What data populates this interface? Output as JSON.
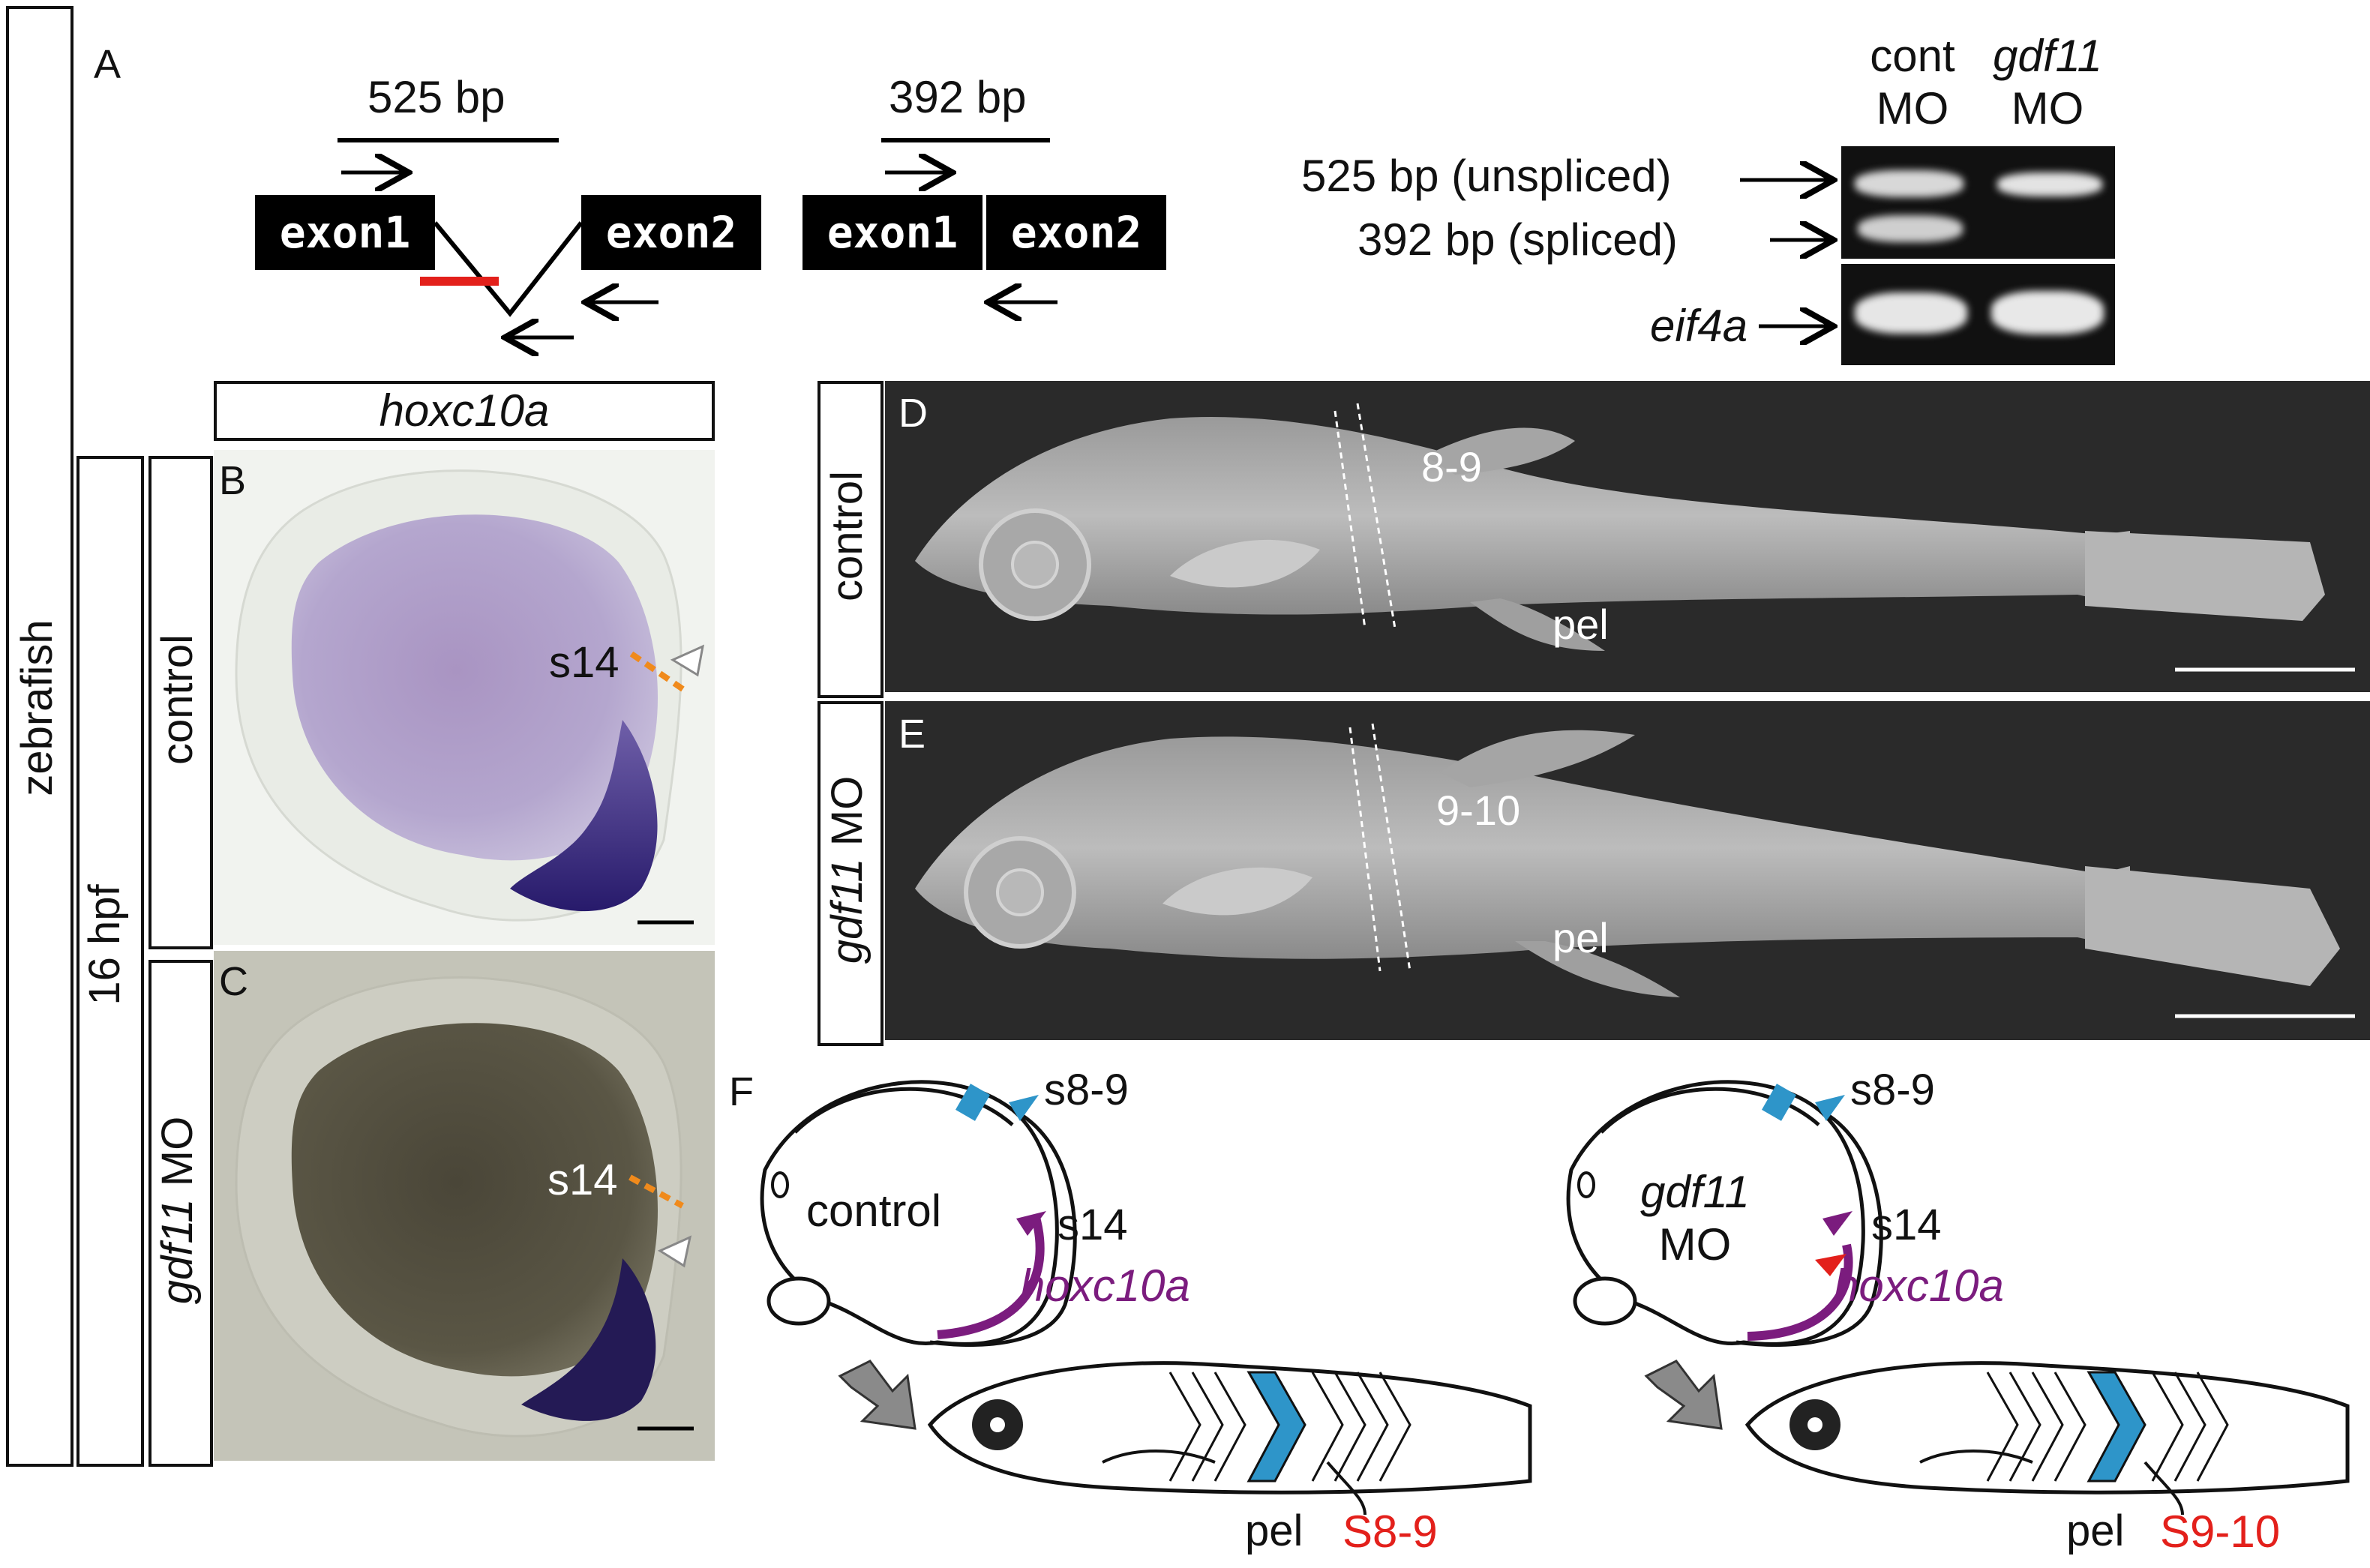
{
  "side_labels": {
    "species": "zebrafish",
    "stage": "16 hpf",
    "row_control": "control",
    "row_mo_gene": "gdf11",
    "row_mo_suffix": " MO",
    "d_condition": "control",
    "e_gene": "gdf11",
    "e_suffix": " MO"
  },
  "panel_a": {
    "letter": "A",
    "left_size": "525 bp",
    "right_size": "392 bp",
    "exon1": "exon1",
    "exon2": "exon2",
    "gel_header_cont_1": "cont",
    "gel_header_cont_2": "MO",
    "gel_header_gdf_1": "gdf11",
    "gel_header_gdf_2": "MO",
    "band_unspliced": "525 bp (unspliced)",
    "band_spliced": "392 bp (spliced)",
    "band_control": "eif4a"
  },
  "hox_header": "hoxc10a",
  "panel_b": {
    "letter": "B",
    "somite": "s14"
  },
  "panel_c": {
    "letter": "C",
    "somite": "s14"
  },
  "panel_d": {
    "letter": "D",
    "range": "8-9",
    "fin": "pel"
  },
  "panel_e": {
    "letter": "E",
    "range": "9-10",
    "fin": "pel"
  },
  "panel_f": {
    "letter": "F",
    "left_body": "control",
    "right_body_gene": "gdf11",
    "right_body_suffix": "MO",
    "blue_somites": "s8-9",
    "purple_somite": "s14",
    "gene": "hoxc10a",
    "fin": "pel",
    "left_result": "S8-9",
    "right_result": "S9-10"
  },
  "colors": {
    "blue": "#2e95c9",
    "purple": "#7b1c7e",
    "red": "#e3201b",
    "orange": "#f08a1c"
  }
}
